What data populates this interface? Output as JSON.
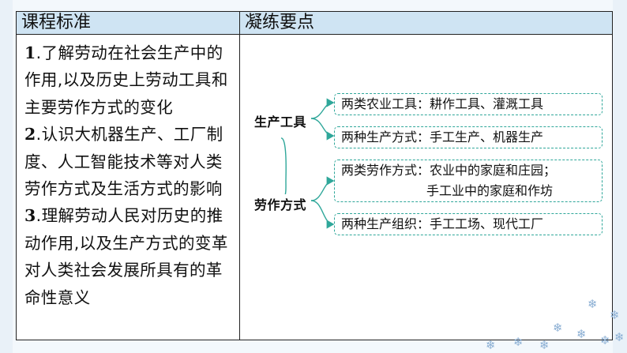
{
  "table": {
    "header_left": "课程标准",
    "header_right": "凝练要点"
  },
  "standards": [
    {
      "num": "1",
      "text": ".了解劳动在社会生产中的作用,以及历史上劳动工具和主要劳作方式的变化"
    },
    {
      "num": "2",
      "text": ".认识大机器生产、工厂制度、人工智能技术等对人类劳作方式及生活方式的影响"
    },
    {
      "num": "3",
      "text": ".理解劳动人民对历史的推动作用,以及生产方式的变革对人类社会发展所具有的革命性意义"
    }
  ],
  "diagram": {
    "groups": [
      {
        "label": "生产工具",
        "items": [
          "两类农业工具：耕作工具、灌溉工具",
          "两种生产方式：手工生产、机器生产"
        ]
      },
      {
        "label": "劳作方式",
        "items": [
          [
            "两类劳作方式：农业中的家庭和庄园；",
            "手工业中的家庭和作坊"
          ],
          "两种生产组织：手工工场、现代工厂"
        ]
      }
    ]
  },
  "colors": {
    "header_bg": "#cfe4f3",
    "connector": "#2fa79a",
    "border": "#222222",
    "snowflake": "#8aaed3"
  },
  "decor": {
    "icon": "snowflake-icon"
  }
}
